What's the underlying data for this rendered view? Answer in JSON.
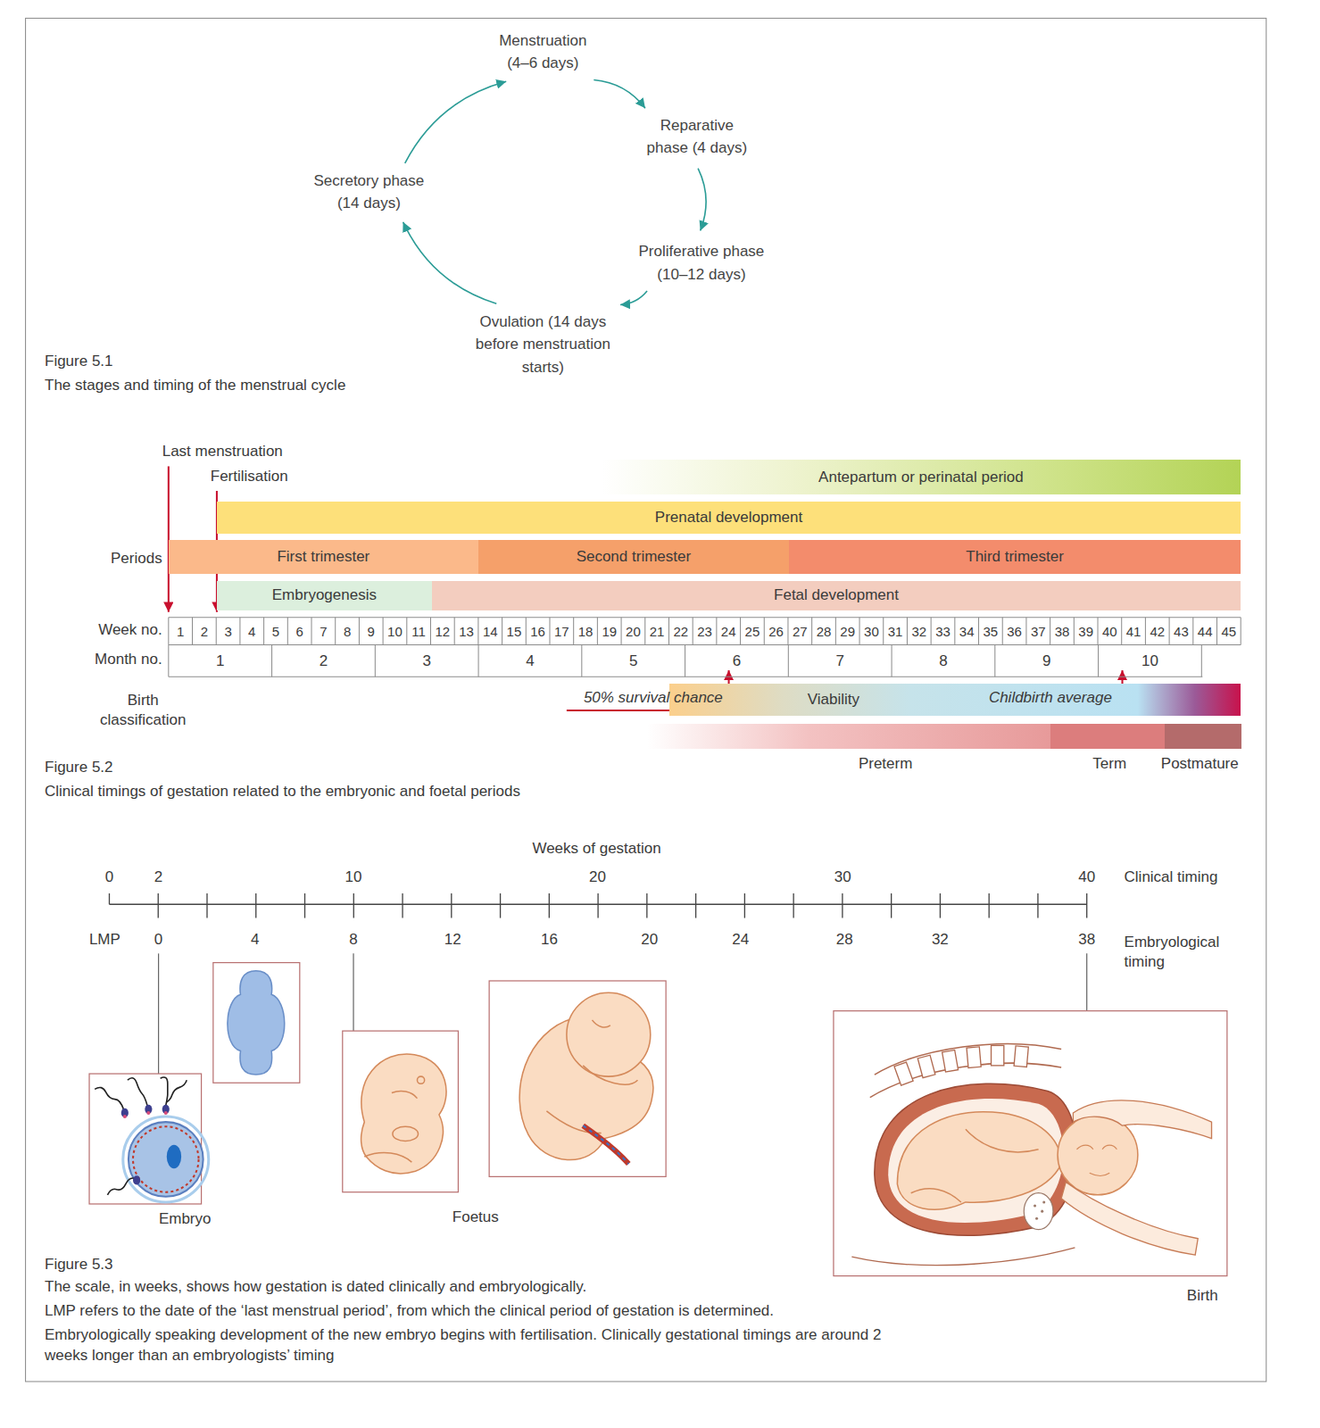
{
  "diagram": {
    "nodes": [
      {
        "text": [
          "Menstruation (4–6 days)"
        ]
      },
      {
        "text": [
          "Reparative phase (4 days)"
        ]
      },
      {
        "text": [
          "Proliferative phase (10–12 days)"
        ]
      },
      {
        "text": [
          "Ovulation (14 days before menstruation starts)"
        ]
      },
      {
        "text": [
          "Secretory phase (14 days)"
        ]
      },
      {
        "text": [
          "Antepartum or perinatal period"
        ]
      },
      {
        "text": [
          "Prenatal development"
        ]
      },
      {
        "text": [
          "First trimester"
        ]
      },
      {
        "text": [
          "Second trimester"
        ]
      },
      {
        "text": [
          "Third trimester"
        ]
      },
      {
        "text": [
          "Embryogenesis"
        ]
      },
      {
        "text": [
          "Fetal development"
        ]
      },
      {
        "text": [
          "Viability"
        ]
      },
      {
        "text": [
          "Preterm"
        ]
      },
      {
        "text": [
          "Term"
        ]
      },
      {
        "text": [
          "Postmature"
        ]
      }
    ],
    "edges": [
      {
        "from": 0,
        "to": 1,
        "arrow": "to"
      },
      {
        "from": 1,
        "to": 2,
        "arrow": "to"
      },
      {
        "from": 2,
        "to": 3,
        "arrow": "to"
      },
      {
        "from": 3,
        "to": 4,
        "arrow": "to"
      },
      {
        "from": 4,
        "to": 0,
        "arrow": "to"
      }
    ],
    "labels": [
      "Figure 5.1",
      "The stages and timing of the menstrual cycle",
      "Last menstruation",
      "Fertilisation",
      "Periods",
      "Week no.",
      "1",
      "2",
      "3",
      "4",
      "5",
      "6",
      "7",
      "8",
      "9",
      "10",
      "11",
      "12",
      "13",
      "14",
      "15",
      "16",
      "17",
      "18",
      "19",
      "20",
      "21",
      "22",
      "23",
      "24",
      "25",
      "26",
      "27",
      "28",
      "29",
      "30",
      "31",
      "32",
      "33",
      "34",
      "35",
      "36",
      "37",
      "38",
      "39",
      "40",
      "41",
      "42",
      "43",
      "44",
      "45",
      "Month no.",
      "1",
      "2",
      "3",
      "4",
      "5",
      "6",
      "7",
      "8",
      "9",
      "10",
      "Birth classification",
      "50% survival chance",
      "Childbirth average",
      "Figure 5.2",
      "Clinical timings of gestation related to the embryonic and foetal periods",
      "Weeks of gestation",
      "0",
      "2",
      "10",
      "20",
      "30",
      "40",
      "Clinical timing",
      "LMP",
      "0",
      "4",
      "8",
      "12",
      "16",
      "20",
      "24",
      "28",
      "32",
      "38",
      "Embryological timing",
      "Embryo",
      "Foetus",
      "Birth",
      "Figure 5.3",
      "The scale, in weeks, shows how gestation is dated clinically and embryologically.",
      "LMP refers to the date of the ‘last menstrual period’, from which the clinical period of gestation is determined.",
      "Embryologically speaking development of the new embryo begins with fertilisation. Clinically gestational timings are around 2 weeks longer than an embryologists’ timing"
    ]
  }
}
